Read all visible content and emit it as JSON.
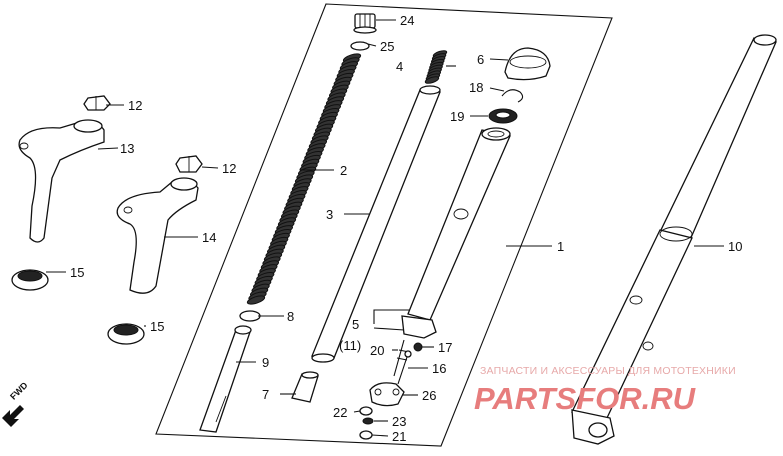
{
  "diagram": {
    "callouts": {
      "c24": "24",
      "c25": "25",
      "c4": "4",
      "c6": "6",
      "c18": "18",
      "c19": "19",
      "c12a": "12",
      "c13": "13",
      "c12b": "12",
      "c2": "2",
      "c3": "3",
      "c1": "1",
      "c10": "10",
      "c14": "14",
      "c15a": "15",
      "c15b": "15",
      "c8": "8",
      "c5": "5",
      "c11": "(11)",
      "c20": "20",
      "c17": "17",
      "c16": "16",
      "c9": "9",
      "c7": "7",
      "c26": "26",
      "c22": "22",
      "c23": "23",
      "c21": "21"
    },
    "direction_label": "FWD"
  },
  "watermark": {
    "line1": "ЗАПЧАСТИ И АКСЕССУАРЫ ДЛЯ МОТОТЕХНИКИ",
    "logo": "PARTSFOR.RU"
  },
  "colors": {
    "ink": "#111111",
    "watermark_text": "#e7a9a9",
    "watermark_logo": "#e77d7d"
  }
}
